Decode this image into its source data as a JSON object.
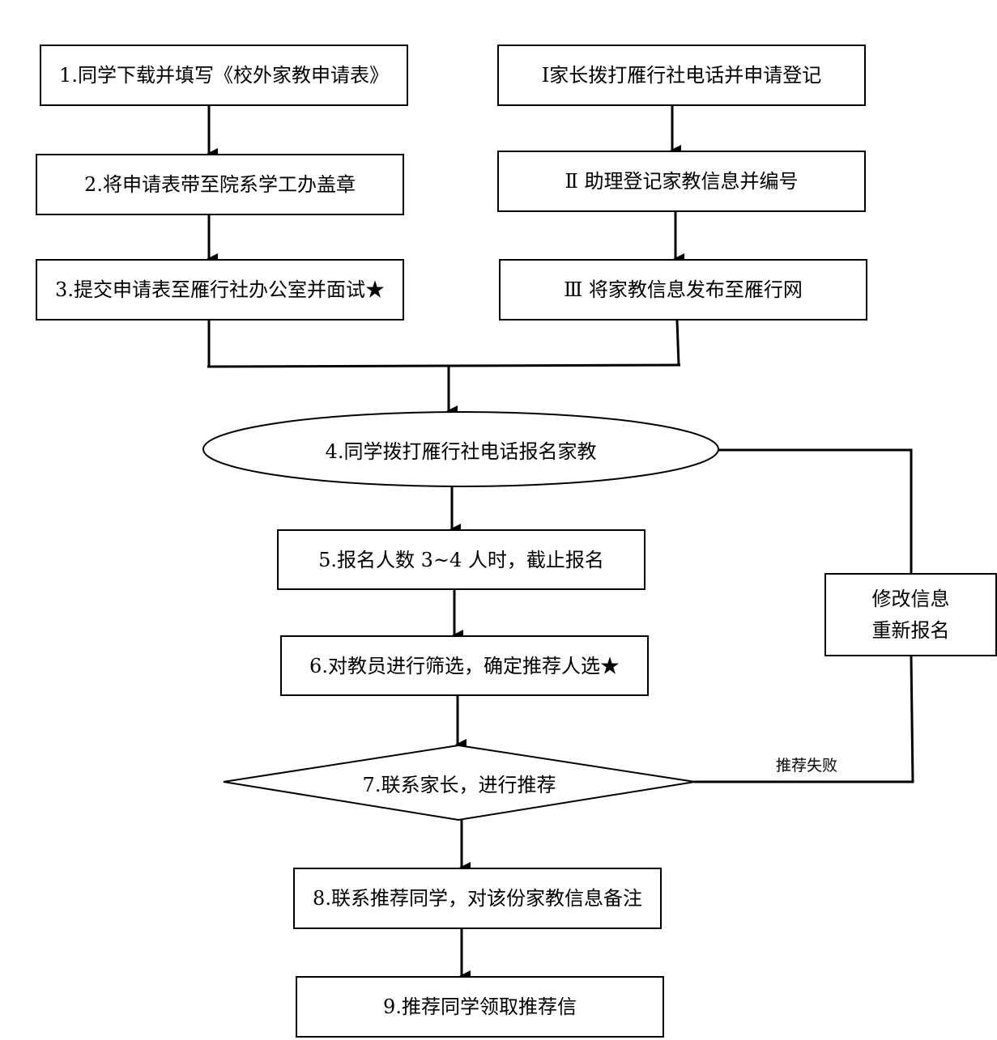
{
  "student_steps": {
    "s1": "1.同学下载并填写《校外家教申请表》",
    "s2": "2.将申请表带至院系学工办盖章",
    "s3": "3.提交申请表至雁行社办公室并面试★"
  },
  "parent_steps": {
    "p1": "Ⅰ家长拨打雁行社电话并申请登记",
    "p2": "Ⅱ  助理登记家教信息并编号",
    "p3": "Ⅲ  将家教信息发布至雁行网"
  },
  "main_steps": {
    "s4": "4.同学拨打雁行社电话报名家教",
    "s5": "5.报名人数 3~4 人时，截止报名",
    "s6": "6.对教员进行筛选，确定推荐人选★",
    "s7": "7.联系家长，进行推荐",
    "s8": "8.联系推荐同学，对该份家教信息备注",
    "s9": "9.推荐同学领取推荐信"
  },
  "loop": {
    "line1": "修改信息",
    "line2": "重新报名",
    "fail_label": "推荐失败"
  }
}
